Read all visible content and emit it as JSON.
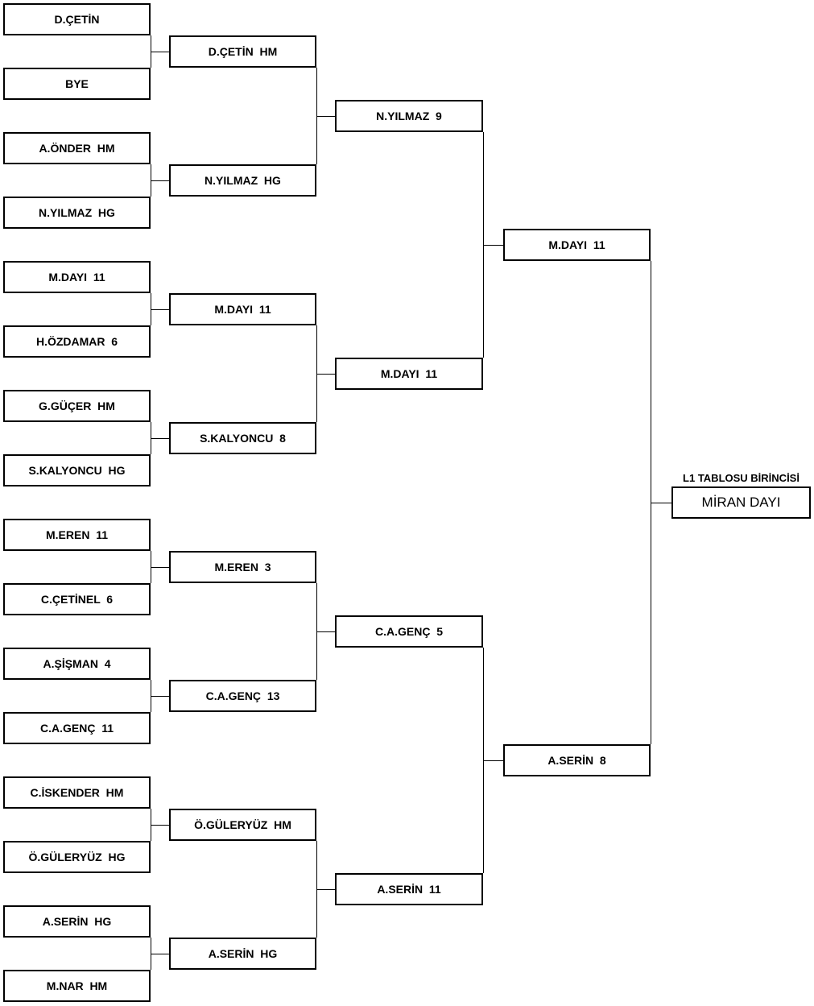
{
  "bracket": {
    "round1": [
      "D.ÇETİN",
      "BYE",
      "A.ÖNDER  HM",
      "N.YILMAZ  HG",
      "M.DAYI  11",
      "H.ÖZDAMAR  6",
      "G.GÜÇER  HM",
      "S.KALYONCU  HG",
      "M.EREN  11",
      "C.ÇETİNEL  6",
      "A.ŞİŞMAN  4",
      "C.A.GENÇ  11",
      "C.İSKENDER  HM",
      "Ö.GÜLERYÜZ  HG",
      "A.SERİN  HG",
      "M.NAR  HM"
    ],
    "round2": [
      "D.ÇETİN  HM",
      "N.YILMAZ  HG",
      "M.DAYI  11",
      "S.KALYONCU  8",
      "M.EREN  3",
      "C.A.GENÇ  13",
      "Ö.GÜLERYÜZ  HM",
      "A.SERİN  HG"
    ],
    "round3": [
      "N.YILMAZ  9",
      "M.DAYI  11",
      "C.A.GENÇ  5",
      "A.SERİN  11"
    ],
    "round4": [
      "M.DAYI  11",
      "A.SERİN  8"
    ],
    "champion_title": "L1 TABLOSU BİRİNCİSİ",
    "champion": "MİRAN DAYI"
  }
}
